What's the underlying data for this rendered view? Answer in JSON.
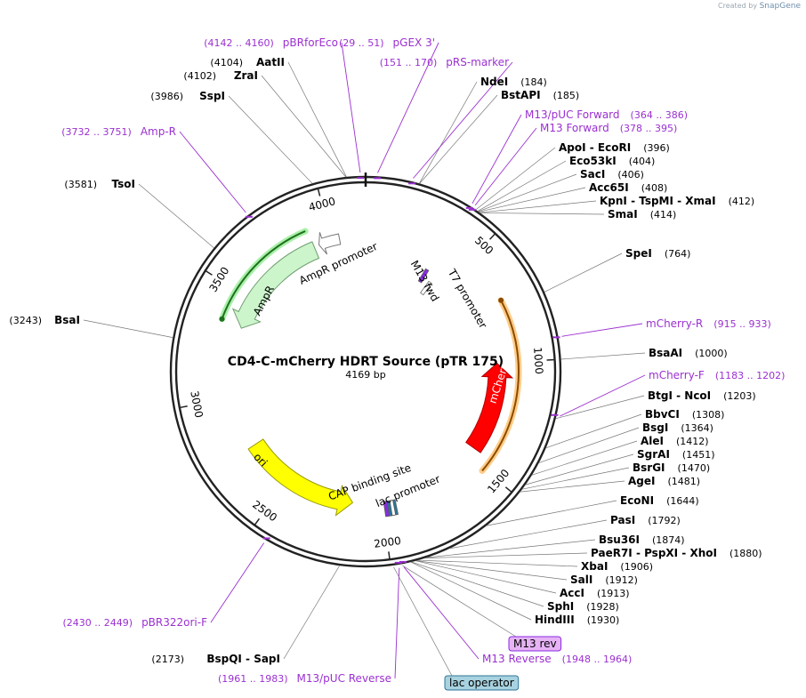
{
  "header": {
    "created_by": "Created by",
    "brand": "SnapGene"
  },
  "plasmid": {
    "name": "CD4-C-mCherry HDRT Source (pTR 175)",
    "size": "4169 bp",
    "length": 4169
  },
  "ticks": [
    {
      "label": "500",
      "pos": 500
    },
    {
      "label": "1000",
      "pos": 1000
    },
    {
      "label": "1500",
      "pos": 1500
    },
    {
      "label": "2000",
      "pos": 2000
    },
    {
      "label": "2500",
      "pos": 2500
    },
    {
      "label": "3000",
      "pos": 3000
    },
    {
      "label": "3500",
      "pos": 3500
    },
    {
      "label": "4000",
      "pos": 4000
    }
  ],
  "features": [
    {
      "name": "mCherry",
      "start": 1000,
      "end": 1450,
      "strand": -1,
      "color": "#ff0000",
      "stroke": "#b00000",
      "ring": "inner",
      "label_inside": true,
      "text_color": "#ffffff"
    },
    {
      "name": "ori",
      "start": 2150,
      "end": 2740,
      "strand": -1,
      "color": "#ffff00",
      "stroke": "#9a9a00",
      "ring": "inner",
      "label_inside": true,
      "text_color": "#000000"
    },
    {
      "name": "AmpR",
      "start": 3350,
      "end": 3910,
      "strand": -1,
      "color": "#ccf5cc",
      "stroke": "#6e9e6e",
      "ring": "inner",
      "label_inside": true,
      "text_color": "#000000"
    },
    {
      "name": "AmpR promoter",
      "start": 3935,
      "end": 4040,
      "strand": -1,
      "color": "#ffffff",
      "stroke": "#777777",
      "ring": "inner",
      "label_inside": false,
      "text_color": "#000000"
    }
  ],
  "small_features": [
    {
      "name": "M13 fwd",
      "pos": 360,
      "color": "#8a2be2"
    },
    {
      "name": "T7 promoter",
      "pos": 415,
      "color": "#ffffff"
    },
    {
      "name": "CAP binding site",
      "pos": 1950,
      "color": "#2e7499"
    },
    {
      "name": "lac promoter",
      "pos": 1980,
      "color": "#ffffff"
    }
  ],
  "outer_arcs": [
    {
      "name": "AmpR-outline",
      "start": 3360,
      "end": 3900,
      "color": "#1f6f1f",
      "glow": "#a8f0a8"
    },
    {
      "name": "mCherry-outline",
      "start": 720,
      "end": 1510,
      "color": "#8b4a00",
      "glow": "#ffcc88"
    }
  ],
  "inner_labels": {
    "mcherry": "mCherry",
    "ori": "ori",
    "ampr": "AmpR",
    "ampr_promoter": "AmpR promoter",
    "m13_fwd": "M13 fwd",
    "t7_promoter": "T7 promoter",
    "cap_site": "CAP binding site",
    "lac_promoter": "lac promoter"
  },
  "sites": [
    {
      "name": "AatII",
      "pos": 4104,
      "pos_label": "(4104)",
      "type": "enzyme"
    },
    {
      "name": "ZraI",
      "pos": 4102,
      "pos_label": "(4102)",
      "type": "enzyme"
    },
    {
      "name": "SspI",
      "pos": 3986,
      "pos_label": "(3986)",
      "type": "enzyme"
    },
    {
      "name": "TsoI",
      "pos": 3581,
      "pos_label": "(3581)",
      "type": "enzyme"
    },
    {
      "name": "BsaI",
      "pos": 3243,
      "pos_label": "(3243)",
      "type": "enzyme"
    },
    {
      "name": "NdeI",
      "pos": 184,
      "pos_label": "(184)",
      "type": "enzyme"
    },
    {
      "name": "BstAPI",
      "pos": 185,
      "pos_label": "(185)",
      "type": "enzyme"
    },
    {
      "name": "ApoI - EcoRI",
      "pos": 396,
      "pos_label": "(396)",
      "type": "enzyme"
    },
    {
      "name": "Eco53kI",
      "pos": 404,
      "pos_label": "(404)",
      "type": "enzyme"
    },
    {
      "name": "SacI",
      "pos": 406,
      "pos_label": "(406)",
      "type": "enzyme"
    },
    {
      "name": "Acc65I",
      "pos": 408,
      "pos_label": "(408)",
      "type": "enzyme"
    },
    {
      "name": "KpnI - TspMI - XmaI",
      "pos": 412,
      "pos_label": "(412)",
      "type": "enzyme"
    },
    {
      "name": "SmaI",
      "pos": 414,
      "pos_label": "(414)",
      "type": "enzyme"
    },
    {
      "name": "SpeI",
      "pos": 764,
      "pos_label": "(764)",
      "type": "enzyme"
    },
    {
      "name": "BsaAI",
      "pos": 1000,
      "pos_label": "(1000)",
      "type": "enzyme"
    },
    {
      "name": "BtgI - NcoI",
      "pos": 1203,
      "pos_label": "(1203)",
      "type": "enzyme"
    },
    {
      "name": "BbvCI",
      "pos": 1308,
      "pos_label": "(1308)",
      "type": "enzyme"
    },
    {
      "name": "BsgI",
      "pos": 1364,
      "pos_label": "(1364)",
      "type": "enzyme"
    },
    {
      "name": "AleI",
      "pos": 1412,
      "pos_label": "(1412)",
      "type": "enzyme"
    },
    {
      "name": "SgrAI",
      "pos": 1451,
      "pos_label": "(1451)",
      "type": "enzyme"
    },
    {
      "name": "BsrGI",
      "pos": 1470,
      "pos_label": "(1470)",
      "type": "enzyme"
    },
    {
      "name": "AgeI",
      "pos": 1481,
      "pos_label": "(1481)",
      "type": "enzyme"
    },
    {
      "name": "EcoNI",
      "pos": 1644,
      "pos_label": "(1644)",
      "type": "enzyme"
    },
    {
      "name": "PasI",
      "pos": 1792,
      "pos_label": "(1792)",
      "type": "enzyme"
    },
    {
      "name": "Bsu36I",
      "pos": 1874,
      "pos_label": "(1874)",
      "type": "enzyme"
    },
    {
      "name": "PaeR7I - PspXI - XhoI",
      "pos": 1880,
      "pos_label": "(1880)",
      "type": "enzyme"
    },
    {
      "name": "XbaI",
      "pos": 1906,
      "pos_label": "(1906)",
      "type": "enzyme"
    },
    {
      "name": "SalI",
      "pos": 1912,
      "pos_label": "(1912)",
      "type": "enzyme"
    },
    {
      "name": "AccI",
      "pos": 1913,
      "pos_label": "(1913)",
      "type": "enzyme"
    },
    {
      "name": "SphI",
      "pos": 1928,
      "pos_label": "(1928)",
      "type": "enzyme"
    },
    {
      "name": "HindIII",
      "pos": 1930,
      "pos_label": "(1930)",
      "type": "enzyme"
    },
    {
      "name": "BspQI - SapI",
      "pos": 2173,
      "pos_label": "(2173)",
      "type": "enzyme"
    }
  ],
  "primers": [
    {
      "name": "pBRforEco",
      "range": "(4142 .. 4160)",
      "pos": 4151
    },
    {
      "name": "pGEX 3'",
      "range": "(29 .. 51)",
      "pos": 40
    },
    {
      "name": "pRS-marker",
      "range": "(151 .. 170)",
      "pos": 160
    },
    {
      "name": "M13/pUC Forward",
      "range": "(364 .. 386)",
      "pos": 375
    },
    {
      "name": "M13 Forward",
      "range": "(378 .. 395)",
      "pos": 386
    },
    {
      "name": "Amp-R",
      "range": "(3732 .. 3751)",
      "pos": 3741
    },
    {
      "name": "mCherry-R",
      "range": "(915 .. 933)",
      "pos": 924
    },
    {
      "name": "mCherry-F",
      "range": "(1183 .. 1202)",
      "pos": 1192
    },
    {
      "name": "M13 Reverse",
      "range": "(1948 .. 1964)",
      "pos": 1956
    },
    {
      "name": "M13/pUC Reverse",
      "range": "(1961 .. 1983)",
      "pos": 1972
    },
    {
      "name": "pBR322ori-F",
      "range": "(2430 .. 2449)",
      "pos": 2440
    }
  ],
  "boxed_features": [
    {
      "name": "M13 rev",
      "pos": 1960,
      "color": "#e6b3f5",
      "border": "#8a2be2"
    },
    {
      "name": "lac operator",
      "pos": 1990,
      "color": "#a8d2e0",
      "border": "#2e7499"
    }
  ],
  "colors": {
    "enzyme_text": "#000000",
    "primer_text": "#9b30d0",
    "backbone": "#222222"
  }
}
